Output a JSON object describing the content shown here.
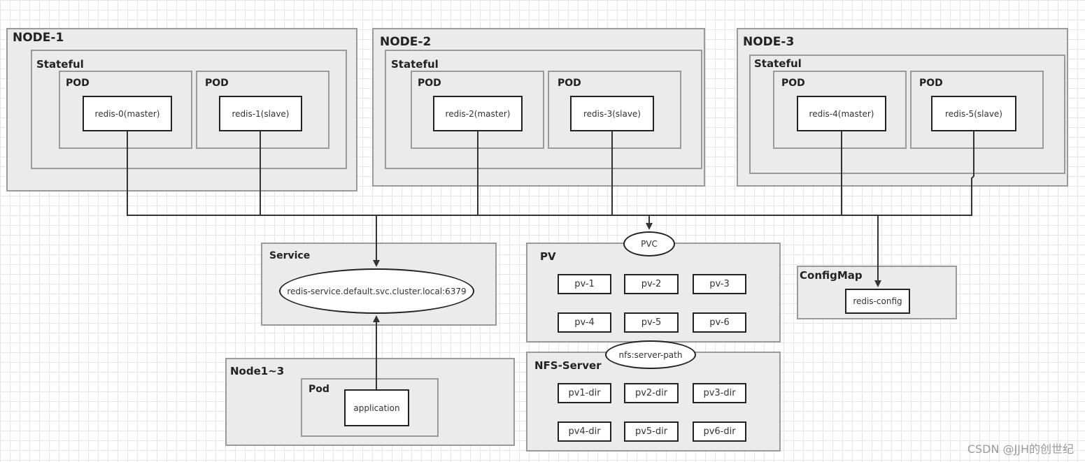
{
  "nodes": [
    {
      "name": "NODE-1",
      "group": "Stateful",
      "pods": [
        {
          "label": "POD",
          "container": "redis-0(master)"
        },
        {
          "label": "POD",
          "container": "redis-1(slave)"
        }
      ]
    },
    {
      "name": "NODE-2",
      "group": "Stateful",
      "pods": [
        {
          "label": "POD",
          "container": "redis-2(master)"
        },
        {
          "label": "POD",
          "container": "redis-3(slave)"
        }
      ]
    },
    {
      "name": "NODE-3",
      "group": "Stateful",
      "pods": [
        {
          "label": "POD",
          "container": "redis-4(master)"
        },
        {
          "label": "POD",
          "container": "redis-5(slave)"
        }
      ]
    }
  ],
  "service": {
    "title": "Service",
    "endpoint": "redis-service.default.svc.cluster.local:6379"
  },
  "pvc": {
    "label": "PVC"
  },
  "pv": {
    "title": "PV",
    "items": [
      "pv-1",
      "pv-2",
      "pv-3",
      "pv-4",
      "pv-5",
      "pv-6"
    ]
  },
  "configmap": {
    "title": "ConfigMap",
    "item": "redis-config"
  },
  "client": {
    "title": "Node1~3",
    "pod_label": "Pod",
    "container": "application"
  },
  "nfs": {
    "mount_label": "nfs:server-path",
    "title": "NFS-Server",
    "items": [
      "pv1-dir",
      "pv2-dir",
      "pv3-dir",
      "pv4-dir",
      "pv5-dir",
      "pv6-dir"
    ]
  },
  "watermark": "CSDN @JJH的创世纪"
}
